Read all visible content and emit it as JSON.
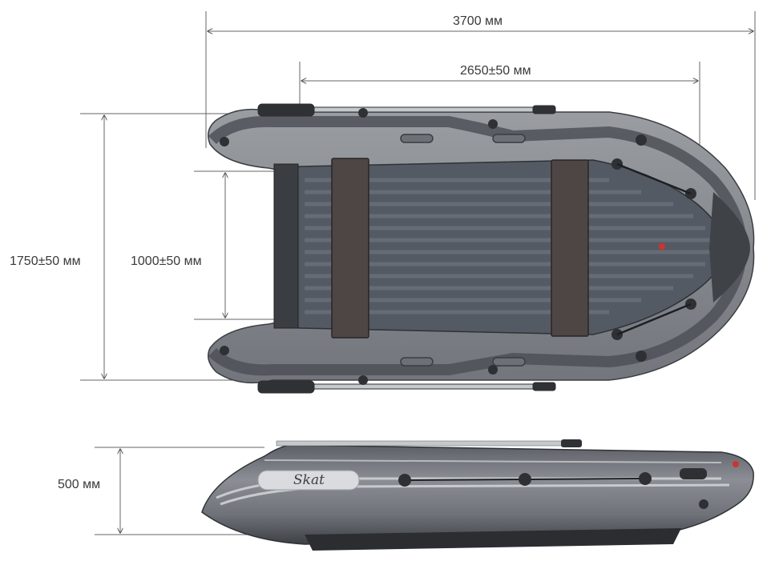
{
  "dimensions": {
    "length_total": "3700 мм",
    "length_inner": "2650±50 мм",
    "width_total": "1750±50 мм",
    "width_inner": "1000±50 мм",
    "height": "500 мм"
  },
  "brand_logo_text": "Skat",
  "colors": {
    "hull_light": "#8e9196",
    "hull_dark": "#4b4e53",
    "floor": "#545a63",
    "bench": "#4d4644",
    "dimension_line": "#555555",
    "accent_red": "#d0322c"
  }
}
